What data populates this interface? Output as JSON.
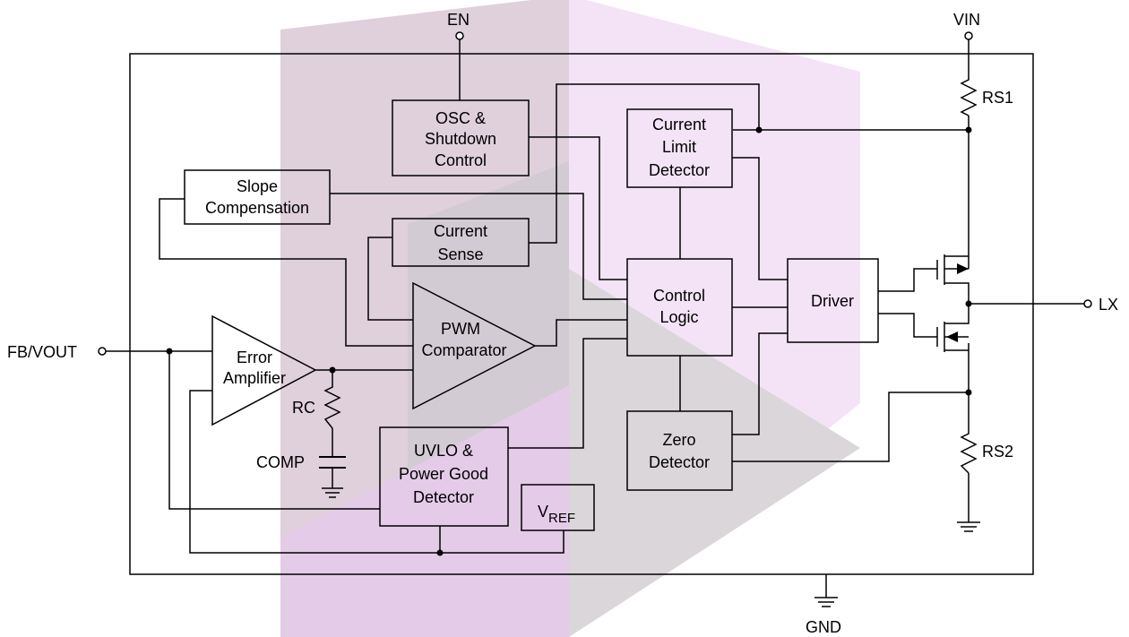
{
  "pins": {
    "en": "EN",
    "vin": "VIN",
    "lx": "LX",
    "fb_vout": "FB/VOUT",
    "gnd": "GND"
  },
  "blocks": {
    "osc": [
      "OSC &",
      "Shutdown",
      "Control"
    ],
    "current_limit": [
      "Current",
      "Limit",
      "Detector"
    ],
    "slope": [
      "Slope",
      "Compensation"
    ],
    "current_sense": [
      "Current",
      "Sense"
    ],
    "control_logic": [
      "Control",
      "Logic"
    ],
    "driver": [
      "Driver"
    ],
    "pwm": [
      "PWM",
      "Comparator"
    ],
    "error_amp": [
      "Error",
      "Amplifier"
    ],
    "uvlo": [
      "UVLO &",
      "Power Good",
      "Detector"
    ],
    "zero": [
      "Zero",
      "Detector"
    ],
    "vref_main": "V",
    "vref_sub": "REF"
  },
  "components": {
    "rs1": "RS1",
    "rs2": "RS2",
    "rc": "RC",
    "comp": "COMP"
  },
  "colors": {
    "line": "#000000",
    "watermark_pink": "#e9c6ec",
    "watermark_mauve": "#dccbd8",
    "watermark_gray": "#d6d2d6"
  }
}
